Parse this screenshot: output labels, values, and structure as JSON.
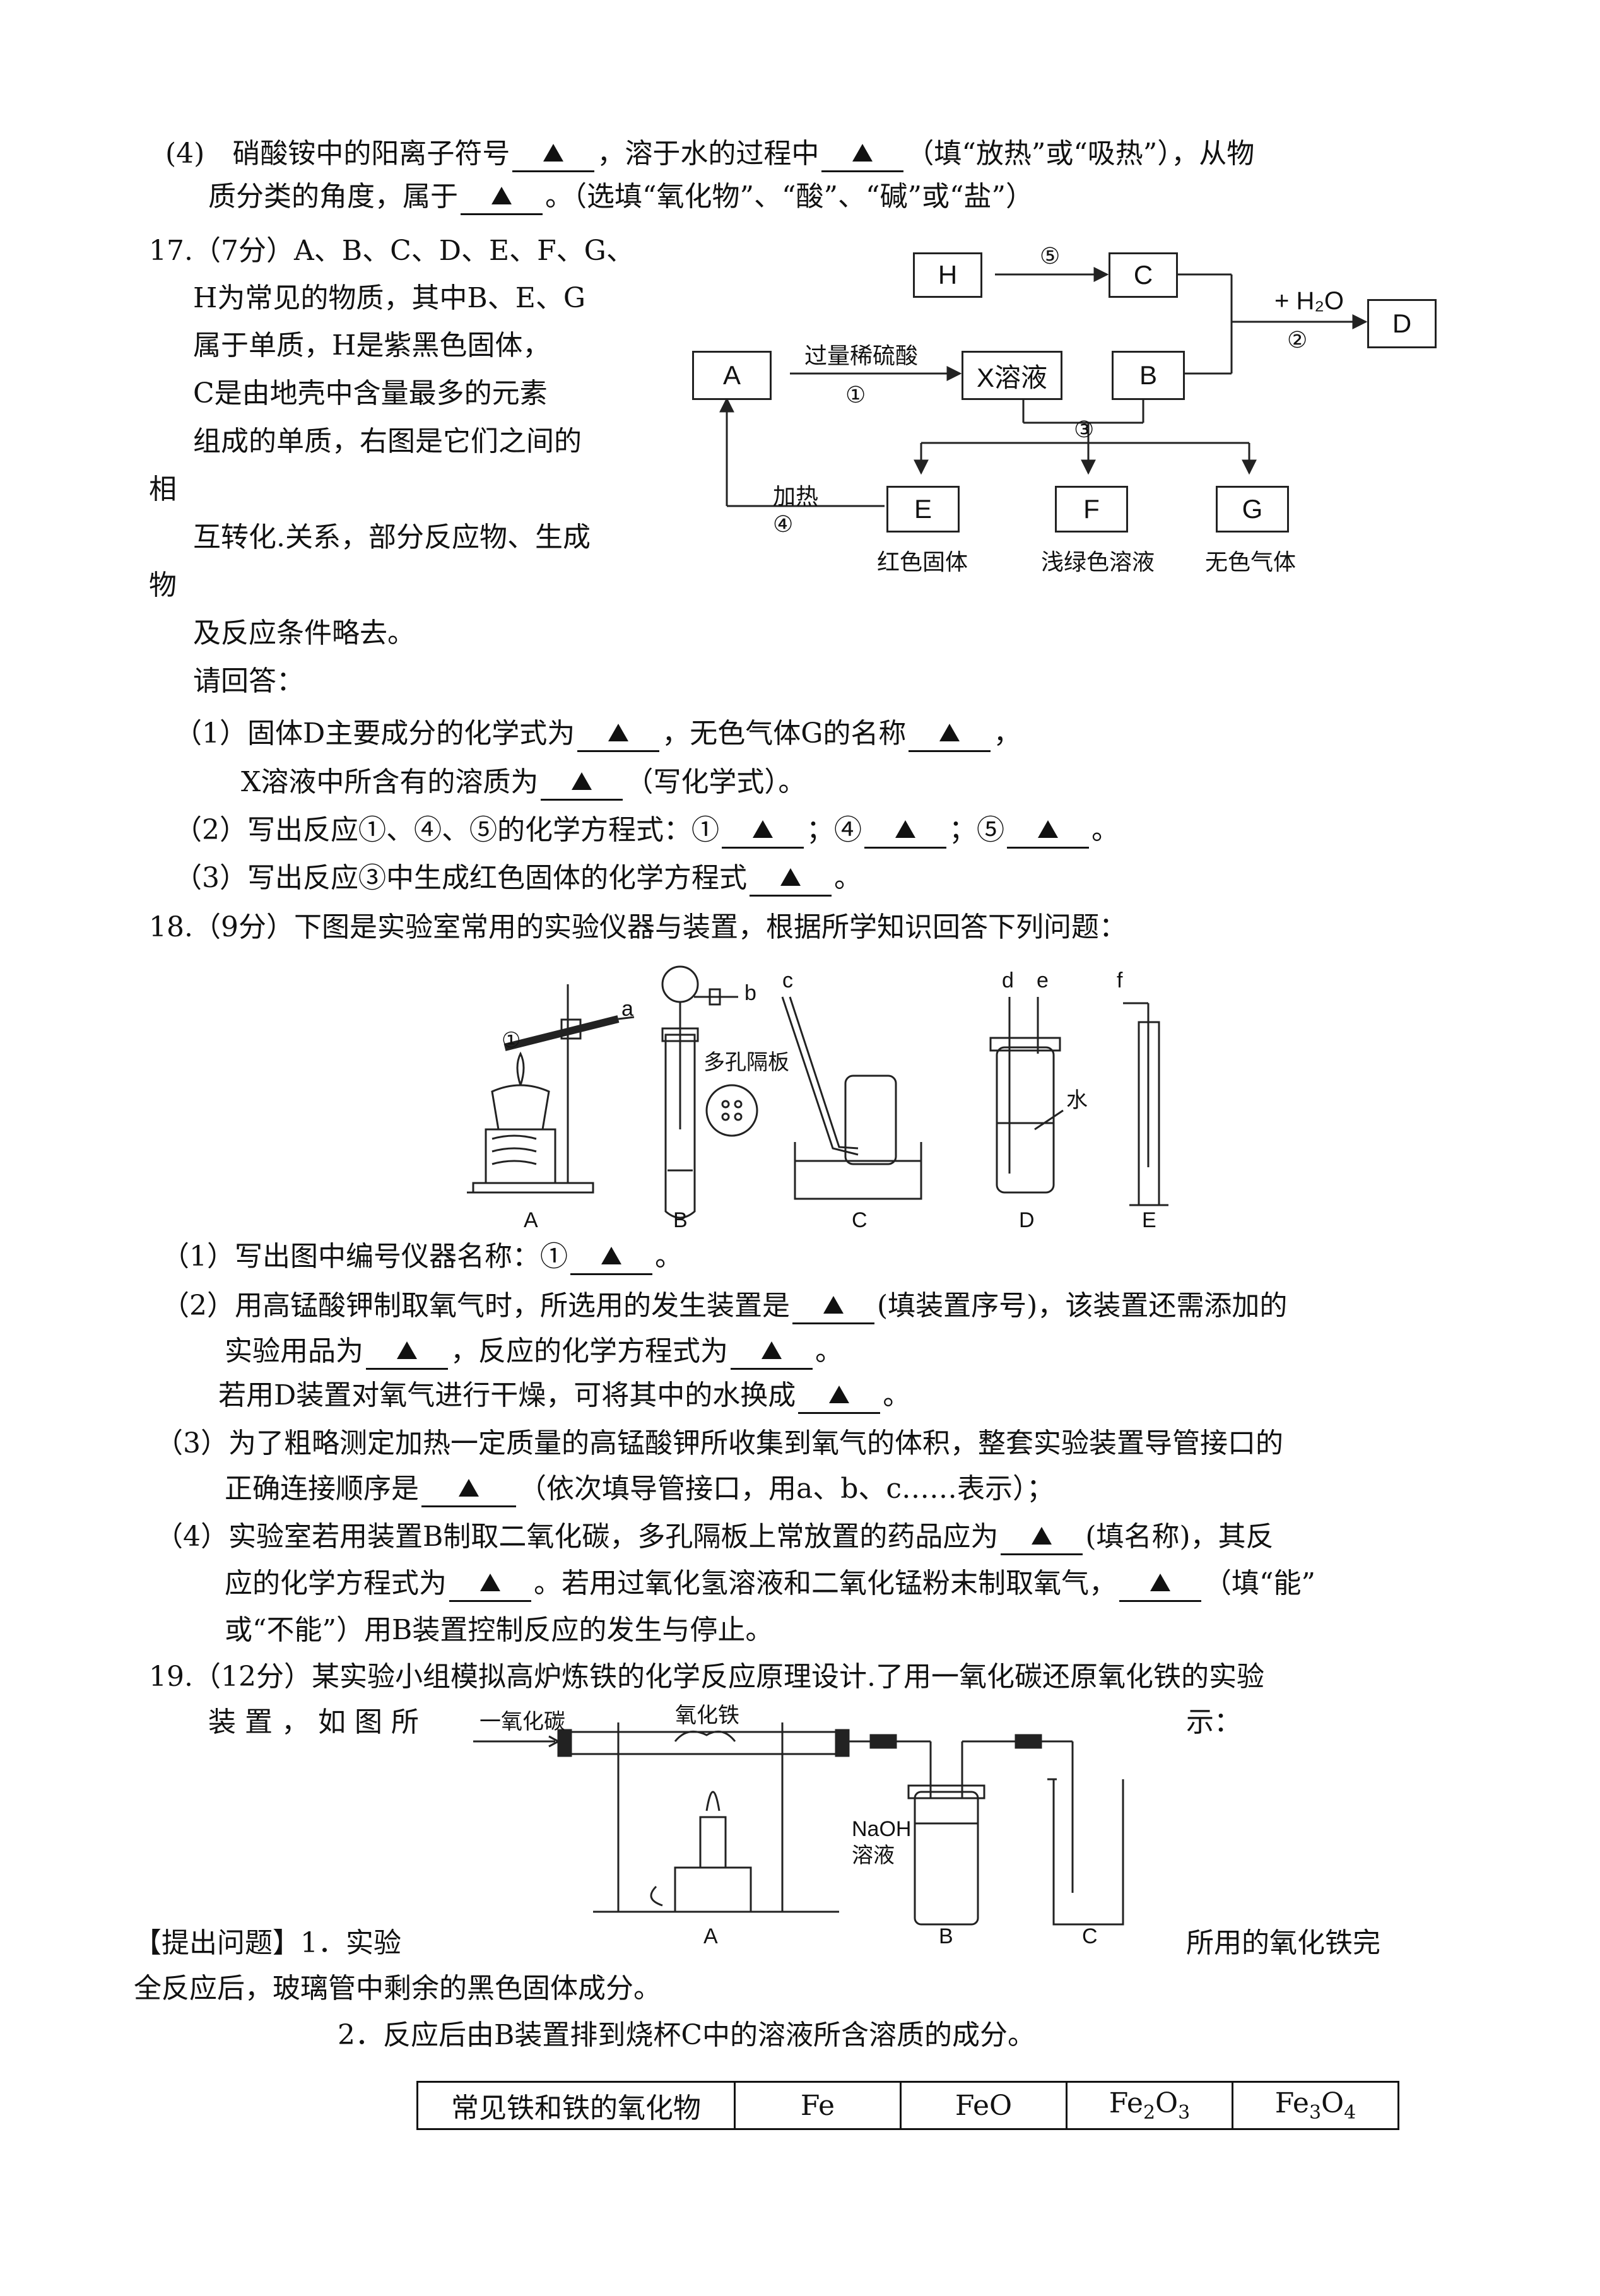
{
  "q16": {
    "part4_line1": [
      "(4)　硝酸铵中的阳离子符号",
      "，溶于水的过程中",
      "（填“放热”或“吸热”），从物"
    ],
    "part4_line2": [
      "质分类的角度，属于",
      "。（选填“氧化物”、“酸”、“碱”或“盐”）"
    ]
  },
  "q17": {
    "intro": [
      "17.（7分）A、B、C、D、E、F、G、",
      "H为常见的物质，其中B、E、G",
      "属于单质，H是紫黑色固体，",
      "C是由地壳中含量最多的元素",
      "组成的单质，右图是它们之间的",
      "相",
      "互转化.关系，部分反应物、生成",
      "物",
      "及反应条件略去。",
      "请回答："
    ],
    "p1_line1": [
      "（1）固体D主要成分的化学式为",
      "，无色气体G的名称",
      "，"
    ],
    "p1_line2": [
      "X溶液中所含有的溶质为",
      "（写化学式）。"
    ],
    "p2": [
      "（2）写出反应①、④、⑤的化学方程式：①",
      "；④",
      "；⑤",
      "。"
    ],
    "p3": [
      "（3）写出反应③中生成红色固体的化学方程式",
      "。"
    ],
    "diagram": {
      "boxes": {
        "H": "H",
        "C": "C",
        "D": "D",
        "A": "A",
        "X": "X溶液",
        "B": "B",
        "E": "E",
        "F": "F",
        "G": "G"
      },
      "edge_labels": {
        "r5": "⑤",
        "water": "+ H₂O",
        "r2": "②",
        "acid": "过量稀硫酸",
        "r1": "①",
        "r3": "③",
        "heat": "加热",
        "r4": "④"
      },
      "captions": {
        "E": "红色固体",
        "F": "浅绿色溶液",
        "G": "无色气体"
      }
    }
  },
  "q18": {
    "intro": "18.（9分）下图是实验室常用的实验仪器与装置，根据所学知识回答下列问题：",
    "figure_labels": {
      "A": "A",
      "B": "B",
      "C": "C",
      "D": "D",
      "E": "E",
      "circle1": "①",
      "a": "a",
      "b": "b",
      "c": "c",
      "d": "d",
      "e": "e",
      "f": "f",
      "plate": "多孔隔板",
      "water": "水"
    },
    "p1": [
      "（1）写出图中编号仪器名称：①",
      "。"
    ],
    "p2_line1": [
      "（2）用高锰酸钾制取氧气时，所选用的发生装置是",
      "(填装置序号)，该装置还需添加的"
    ],
    "p2_line2": [
      "实验用品为",
      "，反应的化学方程式为",
      "。"
    ],
    "p2_line3": [
      "若用D装置对氧气进行干燥，可将其中的水换成",
      "。"
    ],
    "p3_line1": "（3）为了粗略测定加热一定质量的高锰酸钾所收集到氧气的体积，整套实验装置导管接口的",
    "p3_line2": [
      "正确连接顺序是",
      "（依次填导管接口，用a、b、c……表示）；"
    ],
    "p4_line1": [
      "（4）实验室若用装置B制取二氧化碳，多孔隔板上常放置的药品应为",
      "(填名称)，其反"
    ],
    "p4_line2": [
      "应的化学方程式为",
      "。若用过氧化氢溶液和二氧化锰粉末制取氧气，",
      "（填“能”"
    ],
    "p4_line3": "或“不能”）用B装置控制反应的发生与停止。"
  },
  "q19": {
    "line1": "19.（12分）某实验小组模拟高炉炼铁的化学反应原理设计.了用一氧化碳还原氧化铁的实验",
    "line2_left": "装 置 ， 如 图 所",
    "line2_right": "示：",
    "figure_labels": {
      "co": "一氧化碳",
      "fe2o3": "氧化铁",
      "naoh1": "NaOH",
      "naoh2": "溶液",
      "A": "A",
      "B": "B",
      "C": "C"
    },
    "q_left": "【提出问题】1．实验",
    "q_right": "所用的氧化铁完",
    "q_line2": "全反应后，玻璃管中剩余的黑色固体成分。",
    "q_line3": "2．反应后由B装置排到烧杯C中的溶液所含溶质的成分。",
    "table": {
      "header": "常见铁和铁的氧化物",
      "cols": [
        "Fe",
        "FeO",
        "Fe2O3",
        "Fe3O4"
      ]
    }
  }
}
